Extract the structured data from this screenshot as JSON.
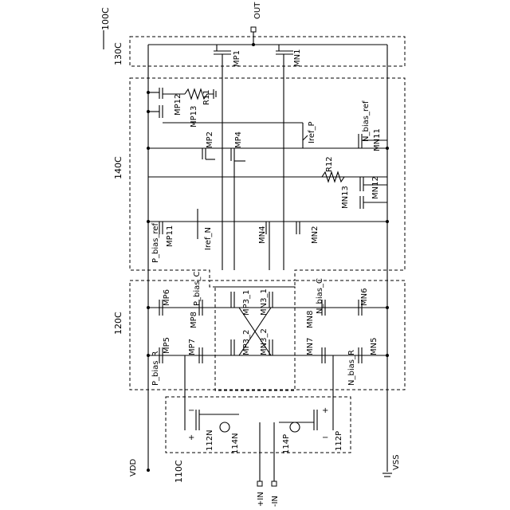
{
  "figure_id": "100C",
  "blocks": {
    "output_stage": "130C",
    "bias_block": "140C",
    "mirror_block": "120C",
    "input_block": "110C"
  },
  "terminals": {
    "out": "OUT",
    "vdd": "VDD",
    "vss": "VSS",
    "plus_in": "+IN",
    "minus_in": "-IN"
  },
  "transistors": {
    "mp1": "MP1",
    "mn1": "MN1",
    "mp12": "MP12",
    "mp13": "MP13",
    "mp2": "MP2",
    "mp4": "MP4",
    "mn11": "MN11",
    "mn12": "MN12",
    "mn13": "MN13",
    "mp11": "MP11",
    "mn4": "MN4",
    "mn2": "MN2",
    "mp6": "MP6",
    "mp8": "MP8",
    "mp3_1": "MP3_1",
    "mn3_1": "MN3_1",
    "mn8": "MN8",
    "mn6": "MN6",
    "mp5": "MP5",
    "mp7": "MP7",
    "mp3_2": "MP3_2",
    "mn3_2": "MN3_2",
    "mn7": "MN7",
    "mn5": "MN5",
    "in_12n": "112N",
    "in_112p": "112P"
  },
  "resistors": {
    "r11": "R11",
    "r12": "R12"
  },
  "sources": {
    "s114n": "114N",
    "s114p": "114P"
  },
  "nets": {
    "iref_p": "Iref_P",
    "iref_n": "Iref_N",
    "n_bias_ref": "N_bias_ref",
    "p_bias_ref": "P_bias_ref",
    "p_bias_c": "P_bias_C",
    "n_bias_c": "N_bias_C",
    "p_bias_r": "P_bias_R",
    "n_bias_r": "N_bias_R"
  },
  "polarity": {
    "plus": "+",
    "minus": "−"
  }
}
